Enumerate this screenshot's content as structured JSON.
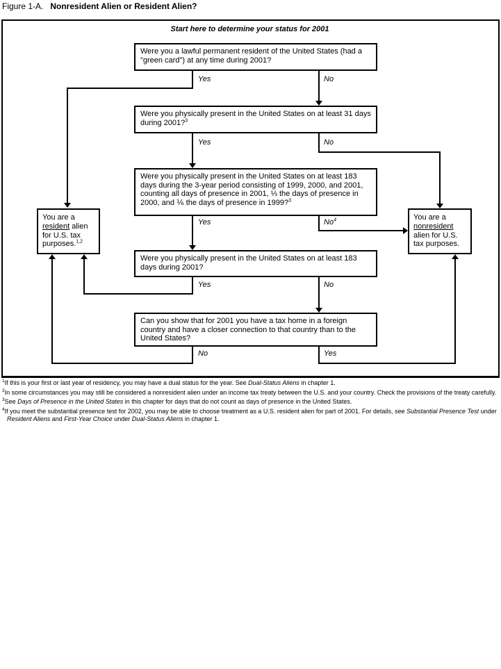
{
  "page": {
    "figure_label": "Figure 1-A.",
    "figure_title": "Nonresident Alien or Resident Alien?"
  },
  "flowchart": {
    "start_text": "Start here to determine your status for 2001",
    "q1": {
      "text": "Were you a lawful permanent resident of the United States (had a \"green card\") at any time during 2001?",
      "yes": "Yes",
      "no": "No"
    },
    "q2": {
      "text": "Were you physically present in the United States on at least 31 days during 2001?",
      "footnote_ref": "3",
      "yes": "Yes",
      "no": "No"
    },
    "q3": {
      "text": "Were you physically present in the United States on at least 183 days during the 3-year period consisting of 1999, 2000, and 2001, counting all days of presence in 2001, ⅓ the days of presence in 2000, and ⅙ the days of presence in 1999?",
      "footnote_ref": "3",
      "yes": "Yes",
      "no": "No",
      "no_footnote_ref": "4"
    },
    "q4": {
      "text": "Were you physically present in the United States on at least 183 days during 2001?",
      "yes": "Yes",
      "no": "No"
    },
    "q5": {
      "text": "Can you show that for 2001 you have a tax home in a foreign country and have a closer connection to that country than to the United States?",
      "no": "No",
      "yes": "Yes"
    },
    "result_resident": {
      "pre": "You are a ",
      "underlined": "resident",
      "post": " alien for U.S. tax purposes.",
      "footnote_ref": "1,2"
    },
    "result_nonresident": {
      "pre": "You are a ",
      "underlined": "nonresident",
      "post": " alien for U.S. tax purposes."
    }
  },
  "footnotes": [
    {
      "num": "1",
      "segments": {
        "s0": "If this is your first or last year of residency, you may have a dual status for the year. See ",
        "s1": "Dual-Status Aliens",
        "s2": " in chapter 1."
      }
    },
    {
      "num": "2",
      "segments": {
        "s0": "In some circumstances you may still be considered a nonresident alien under an income tax treaty between the U.S. and your country. Check the provisions of the treaty carefully."
      }
    },
    {
      "num": "3",
      "segments": {
        "s0": "See ",
        "s1": "Days of Presence in the United States",
        "s2": " in this chapter for days that do not count as days of presence in the United States."
      }
    },
    {
      "num": "4",
      "segments": {
        "s0": "If you meet the substantial presence test for 2002, you may be able to choose treatment as a U.S. resident alien for part of 2001. For details, see ",
        "s1": "Substantial Presence Test",
        "s2": " under ",
        "s3": "Resident Aliens",
        "s4": " and ",
        "s5": "First-Year Choice",
        "s6": " under ",
        "s7": "Dual-Status Aliens",
        "s8": " in chapter 1."
      }
    }
  ]
}
